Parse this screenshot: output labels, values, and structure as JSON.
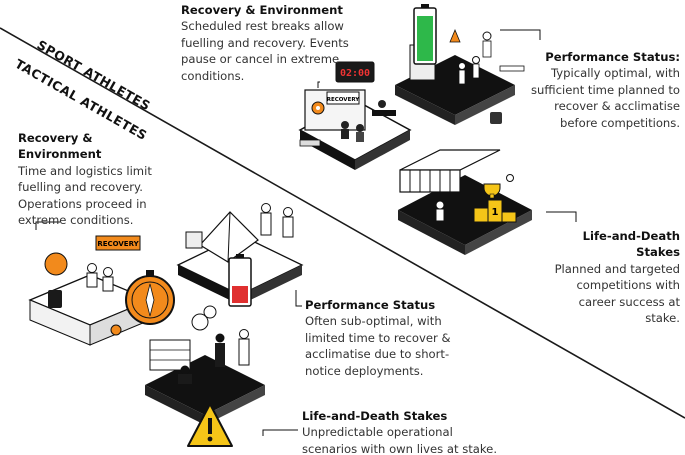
{
  "bands": {
    "sport_label": "SPORT ATHLETES",
    "tactical_label": "TACTICAL ATHLETES"
  },
  "sport": {
    "recovery": {
      "heading": "Recovery & Environment",
      "body": "Scheduled rest breaks allow fuelling and recovery. Events pause or cancel in extreme conditions."
    },
    "performance": {
      "heading": "Performance Status:",
      "body": "Typically optimal, with sufficient time planned to recover & acclimatise before competitions."
    },
    "stakes": {
      "heading": "Life-and-Death Stakes",
      "body": "Planned and targeted competitions with career success at stake."
    }
  },
  "tactical": {
    "recovery": {
      "heading": "Recovery & Environment",
      "body": "Time and logistics limit fuelling and recovery. Operations proceed in extreme conditions."
    },
    "performance": {
      "heading": "Performance Status",
      "body": "Often sub-optimal, with limited time to recover & acclimatise due to short-notice deployments."
    },
    "stakes": {
      "heading": "Life-and-Death Stakes",
      "body": "Unpredictable operational scenarios with own lives at stake."
    }
  },
  "illustration_text": {
    "clock_readout": "02:00",
    "sport_sign": "RECOVERY",
    "tactical_sign": "RECOVERY",
    "podium_number": "1"
  },
  "colors": {
    "battery_full": "#2eb84a",
    "battery_low": "#e03030",
    "accent_orange": "#f28a1c",
    "warning_yellow": "#f5c518",
    "ink": "#111111"
  },
  "icons": {
    "battery_full": "battery-full-icon",
    "battery_low": "battery-low-icon",
    "warning": "warning-triangle-icon",
    "trophy": "trophy-icon",
    "compass": "compass-icon",
    "sun": "sun-icon"
  }
}
